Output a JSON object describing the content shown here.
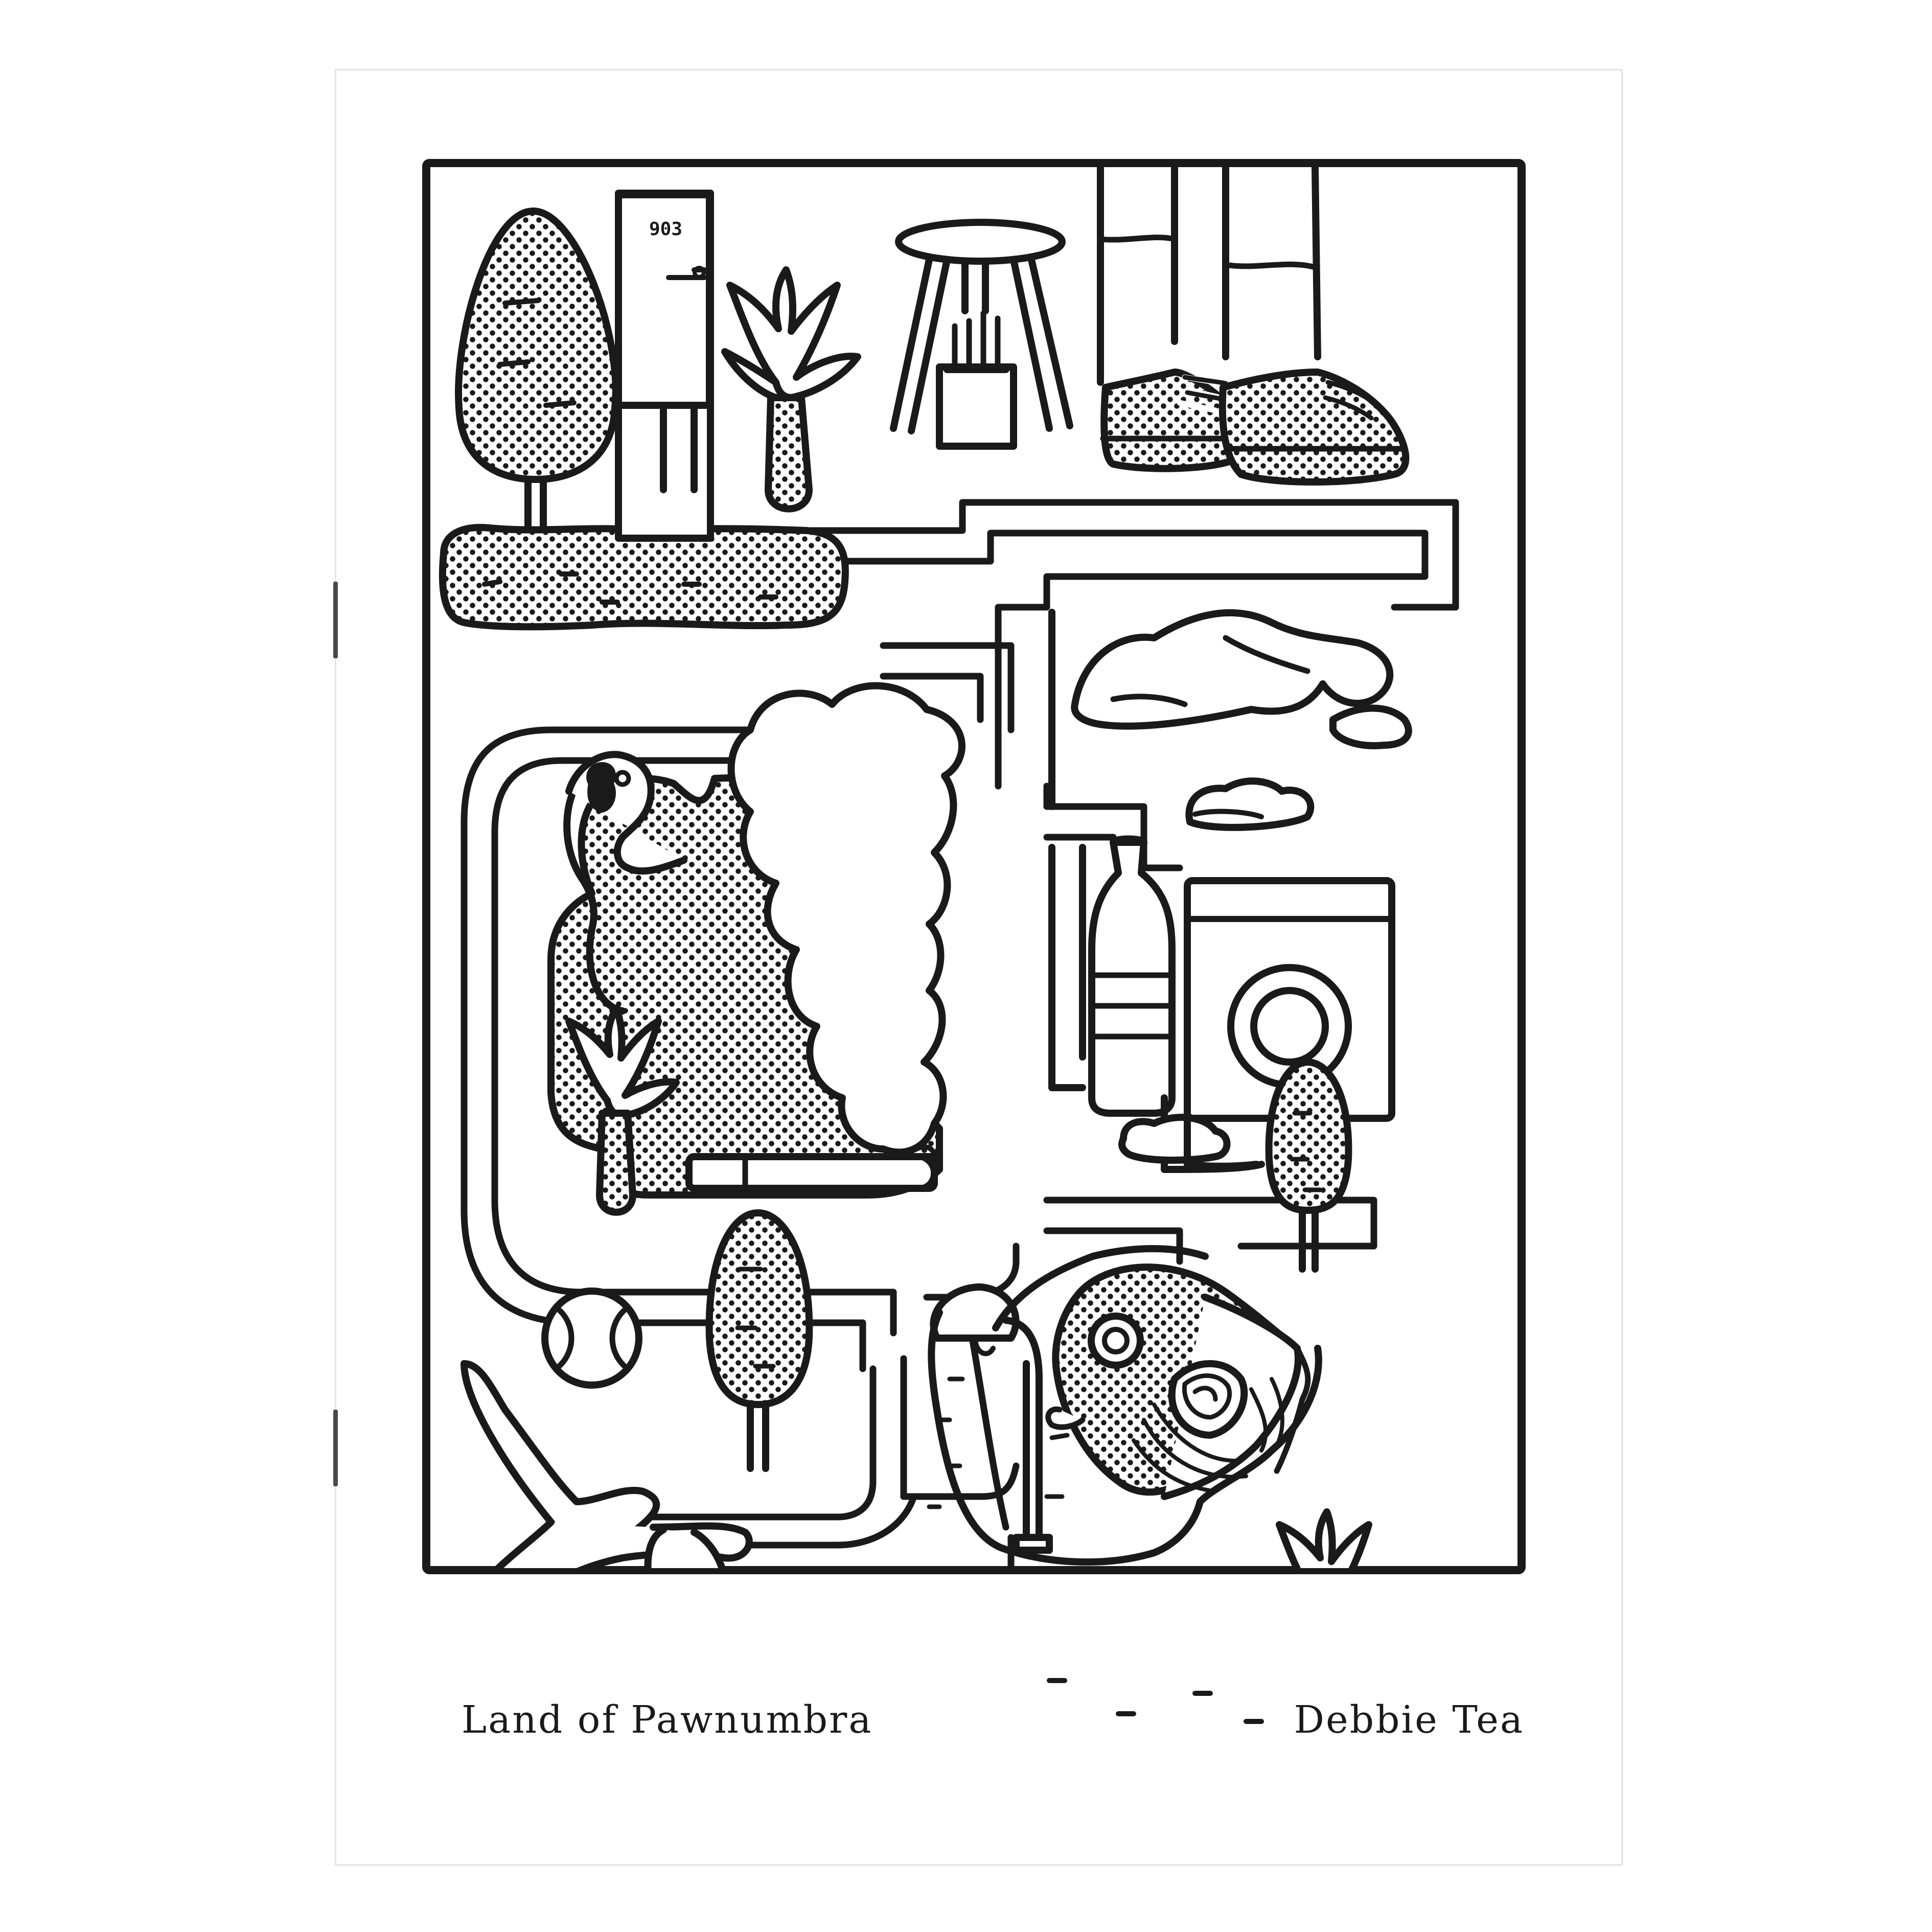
{
  "cover": {
    "title": "Land of Pawnumbra",
    "author": "Debbie Tea",
    "door_number": "903"
  },
  "colors": {
    "paper": "#ffffff",
    "ink": "#1a1a1a",
    "page_edge": "#e4e4e4"
  },
  "illustration": {
    "style": "black line art with halftone dot fill",
    "icons": [
      "tree-icon",
      "door-icon",
      "palm-tree-icon",
      "stool-icon",
      "pencil-cup-icon",
      "sneakers-icon",
      "bush-icon",
      "rocks-icon",
      "cloud-smoke-icon",
      "flamingo-icon",
      "bottle-icon",
      "washing-machine-icon",
      "cigarette-icon",
      "tennis-ball-icon",
      "street-lamp-icon",
      "fish-head-icon",
      "road-path-icon"
    ]
  }
}
